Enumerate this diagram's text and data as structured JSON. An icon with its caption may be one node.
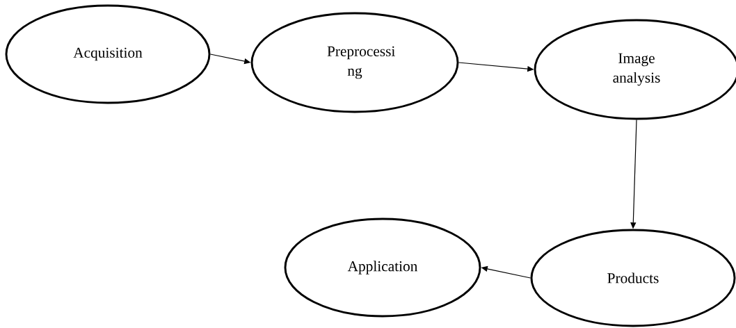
{
  "diagram": {
    "nodes": [
      {
        "text": [
          "Acquisition"
        ]
      },
      {
        "text": [
          "Preprocessi ng"
        ]
      },
      {
        "text": [
          "Image analysis"
        ]
      },
      {
        "text": [
          "Products"
        ]
      },
      {
        "text": [
          "Application"
        ]
      }
    ],
    "edges": [
      {
        "from": 0,
        "to": 1,
        "arrow": "to"
      },
      {
        "from": 1,
        "to": 2,
        "arrow": "to"
      },
      {
        "from": 2,
        "to": 3,
        "arrow": "to"
      },
      {
        "from": 3,
        "to": 4,
        "arrow": "to"
      }
    ]
  }
}
